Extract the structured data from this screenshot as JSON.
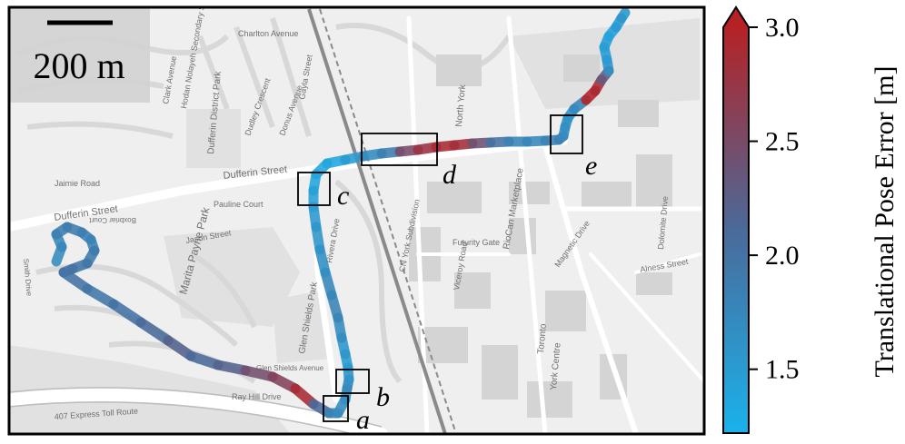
{
  "scale_bar": {
    "label": "200 m"
  },
  "map_labels": {
    "streets": [
      "Dufferin Street",
      "Dufferin Street",
      "Pauline Court",
      "Jaimie Road",
      "Rivera Drive",
      "CN York Subdivision",
      "Futurity Gate",
      "Viceroy Road",
      "Jason Street",
      "Alness Street",
      "Magnetic Drive",
      "Dolomite Drive",
      "Clark Avenue",
      "Dudley Crescent",
      "Donus Avenue",
      "Gayla Street",
      "Charlton Avenue",
      "407 Express Toll Route",
      "Ray Hill Drive",
      "Glen Shields Avenue",
      "North York",
      "Toronto",
      "York Centre",
      "Boxbriar Court",
      "Smith Drive"
    ],
    "places": [
      "Marita Payne Park",
      "Dufferin District Park",
      "Glen Shields Park",
      "Hodan Nolayeh Secondary School",
      "RioCan Marketplace"
    ]
  },
  "markers": [
    {
      "label": "a"
    },
    {
      "label": "b"
    },
    {
      "label": "c"
    },
    {
      "label": "d"
    },
    {
      "label": "e"
    }
  ],
  "colorbar": {
    "label": "Translational Pose Error [m]",
    "ticks": [
      "1.5",
      "2.0",
      "2.5",
      "3.0"
    ],
    "tick_values": [
      1.5,
      2.0,
      2.5,
      3.0
    ],
    "min": 1.22,
    "max": 3.0,
    "extend": "max",
    "color_low": "#1ab2eb",
    "color_mid": "#4a6a9a",
    "color_high": "#b52226"
  },
  "trajectory": {
    "segment_errors": [
      1.7,
      1.75,
      1.8,
      1.85,
      1.9,
      1.85,
      1.8,
      1.85,
      1.9,
      1.95,
      2.0,
      2.05,
      2.0,
      1.95,
      2.0,
      2.1,
      2.15,
      2.2,
      2.1,
      2.2,
      2.3,
      2.45,
      2.6,
      2.9,
      2.7,
      2.1,
      1.8,
      1.7,
      1.65,
      1.7,
      1.75,
      1.6,
      1.5,
      1.45,
      1.55,
      1.7,
      1.8,
      1.75,
      1.7,
      1.65,
      1.6,
      1.55,
      1.5,
      1.45,
      1.4,
      1.35,
      1.35,
      1.4,
      1.5,
      1.7,
      1.85,
      2.2,
      2.5,
      2.8,
      2.9,
      2.85,
      2.7,
      2.4,
      2.0,
      1.8,
      1.7,
      1.75,
      1.8,
      1.85,
      1.8,
      1.7,
      1.65,
      1.6,
      1.75,
      2.9,
      3.0,
      2.9,
      2.3,
      1.8,
      1.6,
      1.5,
      1.45,
      1.4,
      1.45,
      1.5,
      1.55
    ]
  }
}
